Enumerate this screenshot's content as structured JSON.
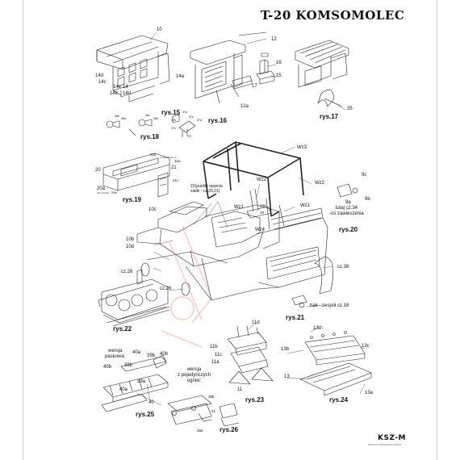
{
  "title": "T-20 KOMSOMOLEC",
  "logo": {
    "text": "KSZ-M",
    "subtitle": "MODELE KARTONOWE ŚWIERZ"
  },
  "figures": [
    {
      "id": "rys15",
      "label": "rys.15"
    },
    {
      "id": "rys16",
      "label": "rys.16"
    },
    {
      "id": "rys17",
      "label": "rys.17"
    },
    {
      "id": "rys18",
      "label": "rys.18"
    },
    {
      "id": "rys19",
      "label": "rys.19"
    },
    {
      "id": "rys20",
      "label": "rys.20"
    },
    {
      "id": "rys21",
      "label": "rys.21"
    },
    {
      "id": "rys22",
      "label": "rys.22"
    },
    {
      "id": "rys23",
      "label": "rys.23"
    },
    {
      "id": "rys24",
      "label": "rys.24"
    },
    {
      "id": "rys25",
      "label": "rys.25"
    },
    {
      "id": "rys26",
      "label": "rys.26"
    }
  ],
  "part_labels": {
    "p10": "10",
    "p14": "14",
    "p14a": "14a",
    "p14b": "14b",
    "p14c": "14c",
    "p14d": "14d",
    "p14d2": "14d",
    "p14e": "14e",
    "p12": "12",
    "p16": "16",
    "p15": "15",
    "p17": "17",
    "p12a": "12a",
    "p35": "35",
    "wz1": "Wz1",
    "wz2": "Wz2",
    "wz3": "Wz3",
    "wz4": "Wz4",
    "wz1b": "Wz1",
    "wz2b": "Wz2",
    "p19a": "19a",
    "p19": "19",
    "p9c": "9c",
    "p9a": "9a",
    "p9b": "9b",
    "p10c": "10c",
    "p10b": "10b",
    "p10d": "10d",
    "p20": "20",
    "p20a": "20a",
    "p20b": "20b",
    "p21": "21",
    "p21b": "21b",
    "p21c": "21c",
    "p21a": "21a",
    "p11d": "11d",
    "p11b": "11b",
    "p11c": "11c",
    "p11a": "11a",
    "p11": "11",
    "p13d": "13d",
    "p13b": "13b",
    "p13c": "13c",
    "p13": "13",
    "p13a": "13a",
    "p40a": "40a",
    "p39b": "39b",
    "p40b": "40b",
    "p40b2": "40b",
    "p39b2": "39b",
    "p39a": "39a",
    "p40a2": "40a",
    "p40": "40",
    "p39b3": "39b",
    "p41": "41",
    "p39a2": "39a",
    "p36b": "36b",
    "p36a": "36a",
    "p36c": "36c",
    "p36d": "36d",
    "p37a": "37a",
    "p37b": "37b",
    "p37c": "37c",
    "p37d": "37d",
    "p37e": "37e",
    "p37f": "37f"
  },
  "notes": {
    "n22": "22(punkty oparcia\nsiatki - cz.20,21)",
    "n34": "tutaj cz.34\n-oś zawieszenia",
    "cz38": "cz.38",
    "cz26a": "cz.26",
    "cz26b": "cz.26",
    "hak": "hak - zespół cz.18",
    "wersja_pasek": "wersja\npaskowa:",
    "wersja_ogniwa": "wersja\nz pojedynczych\nogniw:",
    "tiny_z": "(z dwóch stron)",
    "tiny_y": "(do przodu)"
  }
}
